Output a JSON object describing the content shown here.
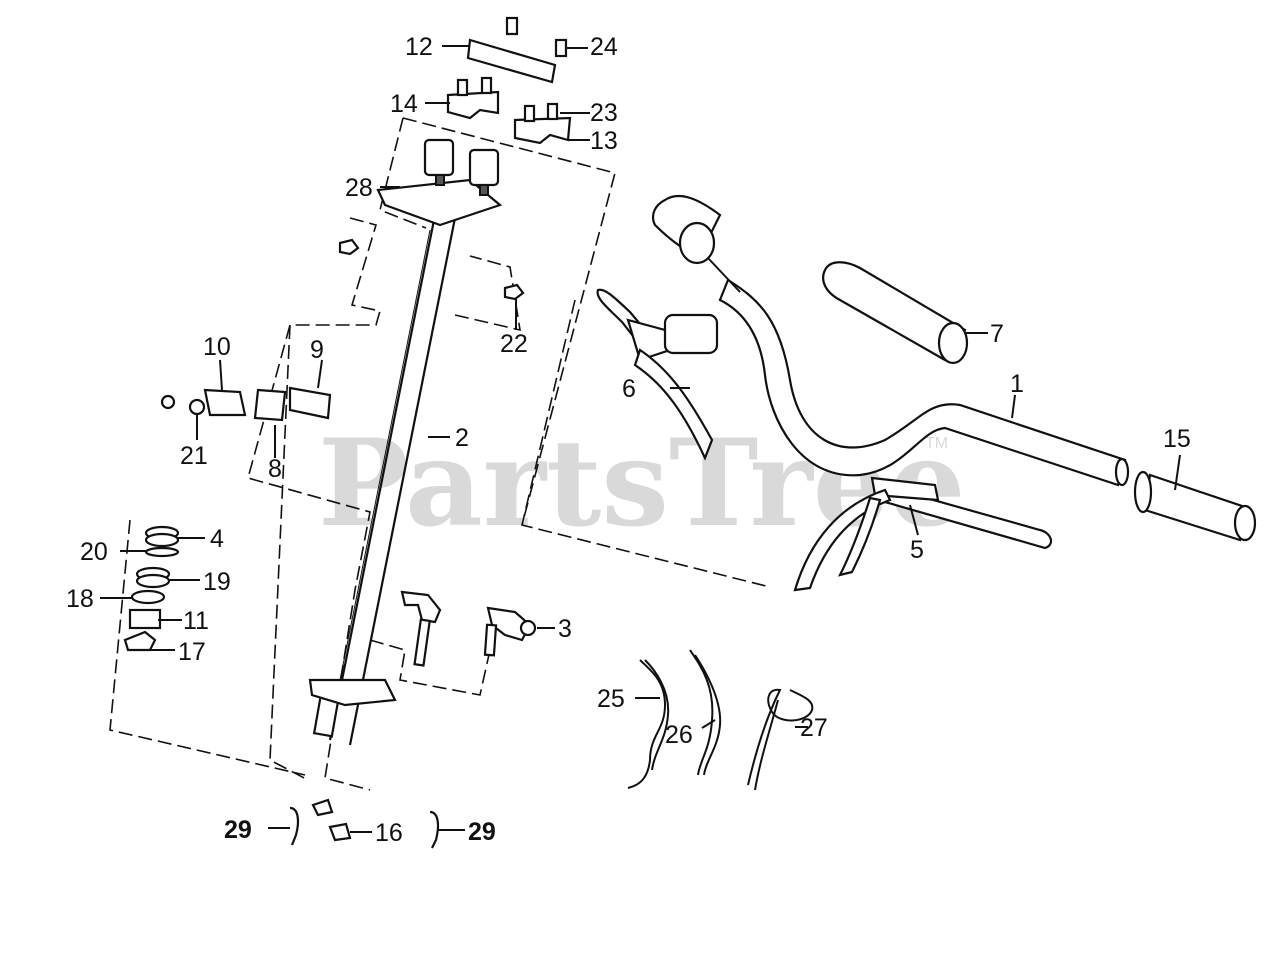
{
  "watermark": {
    "text": "PartsTree",
    "trademark": "TM"
  },
  "callouts": {
    "c1": "1",
    "c2": "2",
    "c3": "3",
    "c4": "4",
    "c5": "5",
    "c6": "6",
    "c7": "7",
    "c8": "8",
    "c9": "9",
    "c10": "10",
    "c11": "11",
    "c12": "12",
    "c13": "13",
    "c14": "14",
    "c15": "15",
    "c16": "16",
    "c17": "17",
    "c18": "18",
    "c19": "19",
    "c20": "20",
    "c21": "21",
    "c22": "22",
    "c23": "23",
    "c24": "24",
    "c25": "25",
    "c26": "26",
    "c27": "27",
    "c28": "28",
    "c29a": "29",
    "c29b": "29"
  }
}
